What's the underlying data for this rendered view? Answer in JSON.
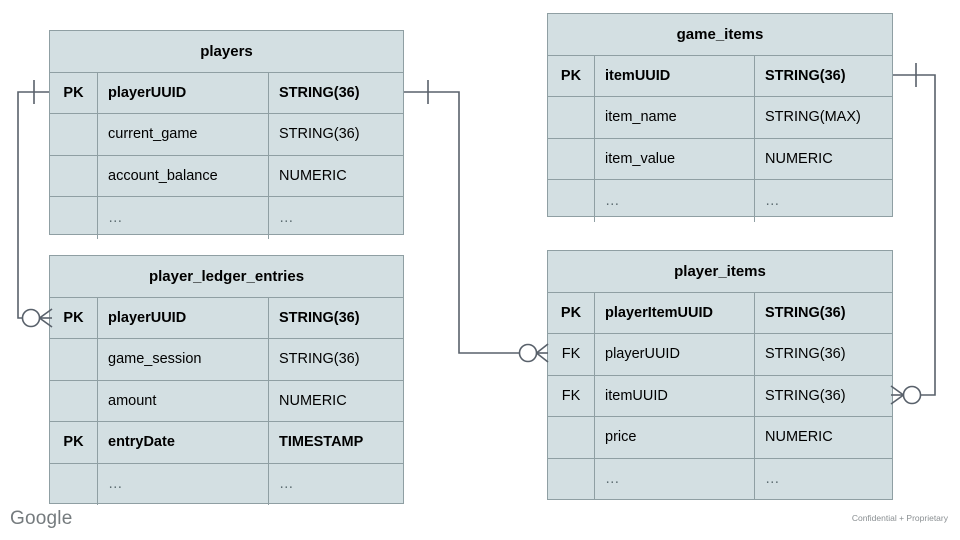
{
  "diagram": {
    "type": "entity-relationship-diagram",
    "fill_color": "#d3dfe2",
    "border_color": "#8f9fa3",
    "connector_color": "#59616b",
    "tables": [
      {
        "id": "players",
        "title": "players",
        "rows": [
          {
            "key": "PK",
            "name": "playerUUID",
            "type": "STRING(36)",
            "bold": true
          },
          {
            "key": "",
            "name": "current_game",
            "type": "STRING(36)",
            "bold": false
          },
          {
            "key": "",
            "name": "account_balance",
            "type": "NUMERIC",
            "bold": false
          },
          {
            "key": "",
            "name": "…",
            "type": "…",
            "bold": false
          }
        ]
      },
      {
        "id": "player_ledger_entries",
        "title": "player_ledger_entries",
        "rows": [
          {
            "key": "PK",
            "name": "playerUUID",
            "type": "STRING(36)",
            "bold": true
          },
          {
            "key": "",
            "name": "game_session",
            "type": "STRING(36)",
            "bold": false
          },
          {
            "key": "",
            "name": "amount",
            "type": "NUMERIC",
            "bold": false
          },
          {
            "key": "PK",
            "name": "entryDate",
            "type": "TIMESTAMP",
            "bold": true
          },
          {
            "key": "",
            "name": "…",
            "type": "…",
            "bold": false
          }
        ]
      },
      {
        "id": "game_items",
        "title": "game_items",
        "rows": [
          {
            "key": "PK",
            "name": "itemUUID",
            "type": "STRING(36)",
            "bold": true
          },
          {
            "key": "",
            "name": "item_name",
            "type": "STRING(MAX)",
            "bold": false
          },
          {
            "key": "",
            "name": "item_value",
            "type": "NUMERIC",
            "bold": false
          },
          {
            "key": "",
            "name": "…",
            "type": "…",
            "bold": false
          }
        ]
      },
      {
        "id": "player_items",
        "title": "player_items",
        "rows": [
          {
            "key": "PK",
            "name": "playerItemUUID",
            "type": "STRING(36)",
            "bold": true
          },
          {
            "key": "FK",
            "name": "playerUUID",
            "type": "STRING(36)",
            "bold": false
          },
          {
            "key": "FK",
            "name": "itemUUID",
            "type": "STRING(36)",
            "bold": false
          },
          {
            "key": "",
            "name": "price",
            "type": "NUMERIC",
            "bold": false
          },
          {
            "key": "",
            "name": "…",
            "type": "…",
            "bold": false
          }
        ]
      }
    ],
    "relationships": [
      {
        "id": "players-to-ledger",
        "from_table": "players",
        "from_field": "playerUUID",
        "to_table": "player_ledger_entries",
        "to_field": "playerUUID",
        "from_cardinality": "one",
        "to_cardinality": "zero-or-many"
      },
      {
        "id": "players-to-player-items",
        "from_table": "players",
        "from_field": "playerUUID",
        "to_table": "player_items",
        "to_field": "playerUUID",
        "from_cardinality": "one",
        "to_cardinality": "zero-or-many"
      },
      {
        "id": "game-items-to-player-items",
        "from_table": "game_items",
        "from_field": "itemUUID",
        "to_table": "player_items",
        "to_field": "itemUUID",
        "from_cardinality": "one",
        "to_cardinality": "zero-or-many"
      }
    ]
  },
  "footer": {
    "brand": "Google",
    "confidential": "Confidential + Proprietary"
  }
}
